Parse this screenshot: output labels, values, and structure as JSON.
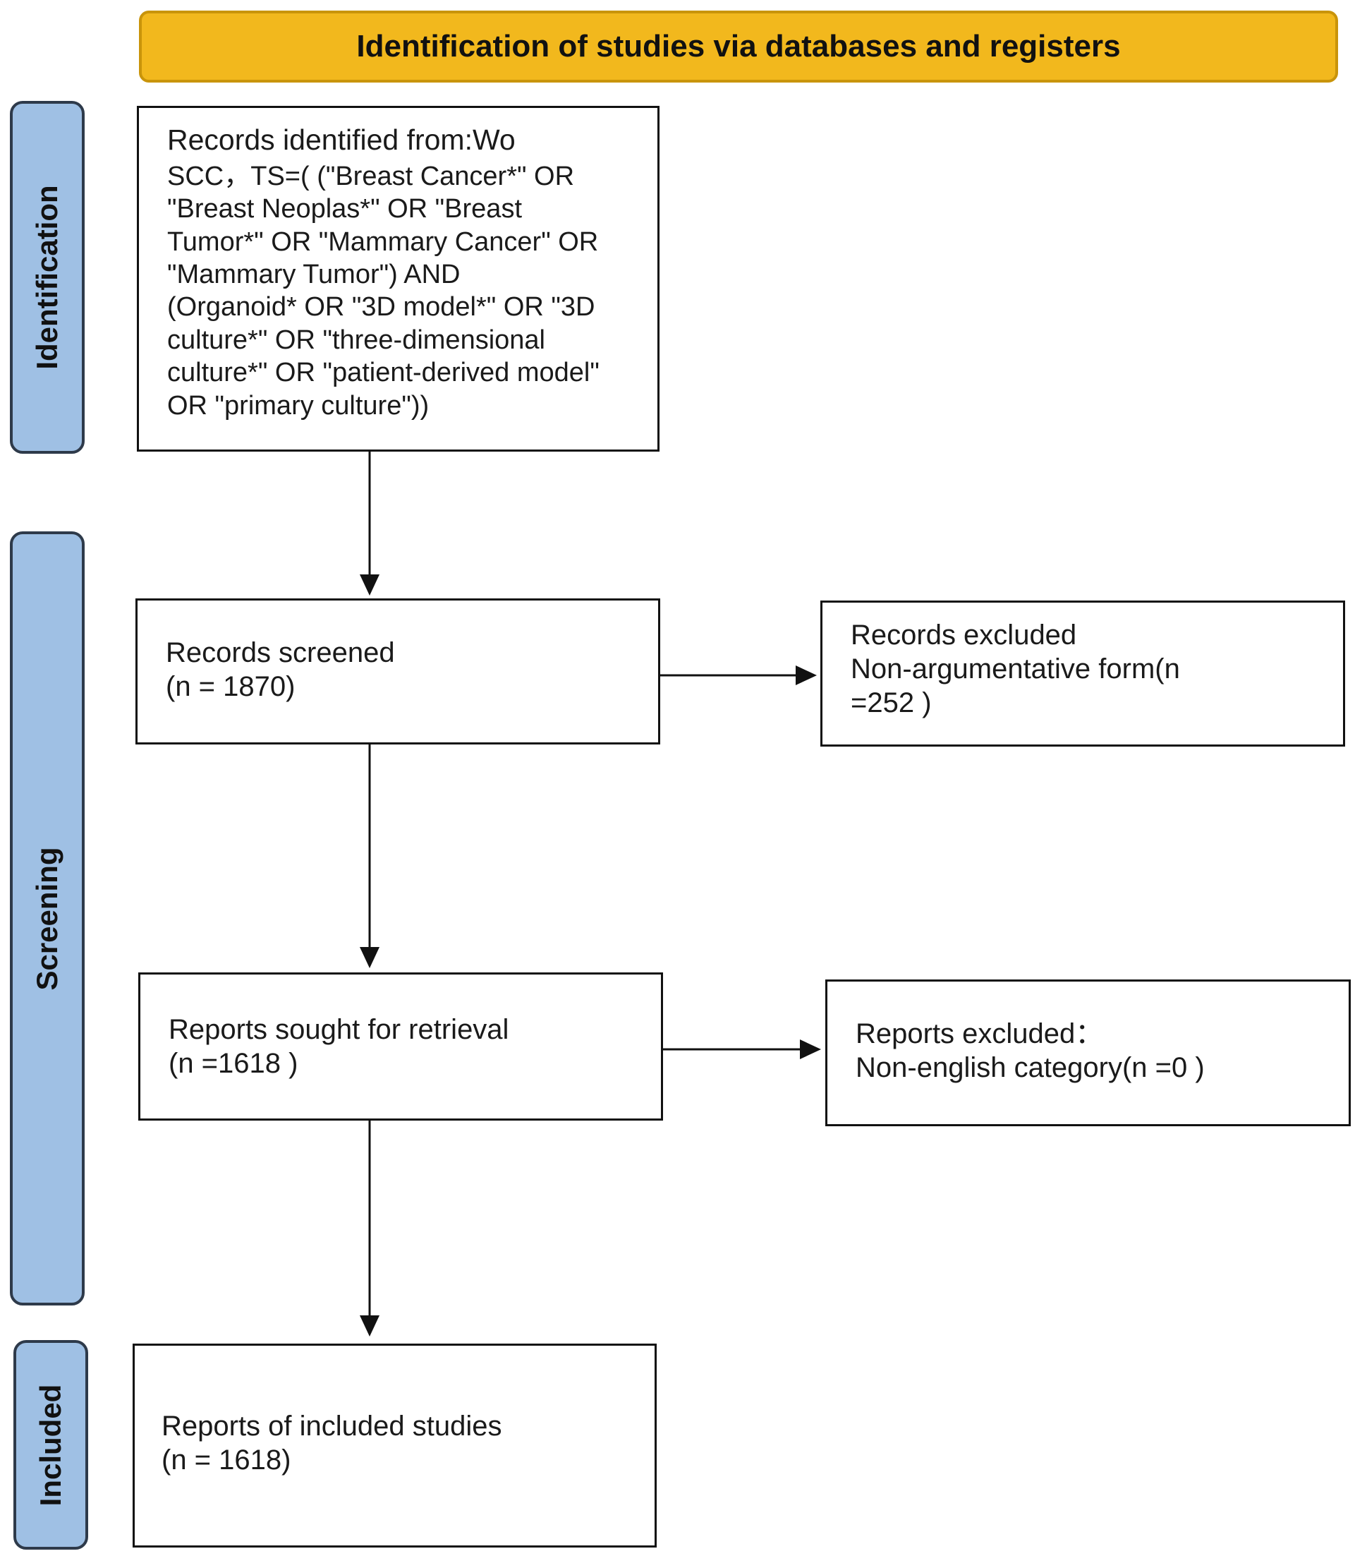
{
  "header": {
    "title": "Identification of studies via databases and registers"
  },
  "phases": {
    "identification": "Identification",
    "screening": "Screening",
    "included": "Included"
  },
  "boxes": {
    "identified": {
      "lines": [
        "Records identified from:Wo",
        "SCC，TS=(  (\"Breast Cancer*\" OR",
        "\"Breast Neoplas*\" OR \"Breast",
        "Tumor*\" OR \"Mammary Cancer\" OR",
        "\"Mammary Tumor\")   AND",
        "(Organoid* OR \"3D model*\" OR \"3D",
        "culture*\" OR \"three-dimensional",
        "culture*\" OR \"patient-derived model\"",
        "OR \"primary culture\"))"
      ]
    },
    "screened": {
      "label": "Records screened",
      "count": "(n = 1870)"
    },
    "excluded_records": {
      "label": "Records excluded",
      "reason": "Non-argumentative form(n",
      "count": "=252 )"
    },
    "sought": {
      "label": "Reports sought for retrieval",
      "count": "(n =1618 )"
    },
    "excluded_reports": {
      "label": "Reports excluded：",
      "reason": "Non-english category(n =0 )"
    },
    "included": {
      "label": "Reports of included studies",
      "count": "(n = 1618)"
    }
  }
}
